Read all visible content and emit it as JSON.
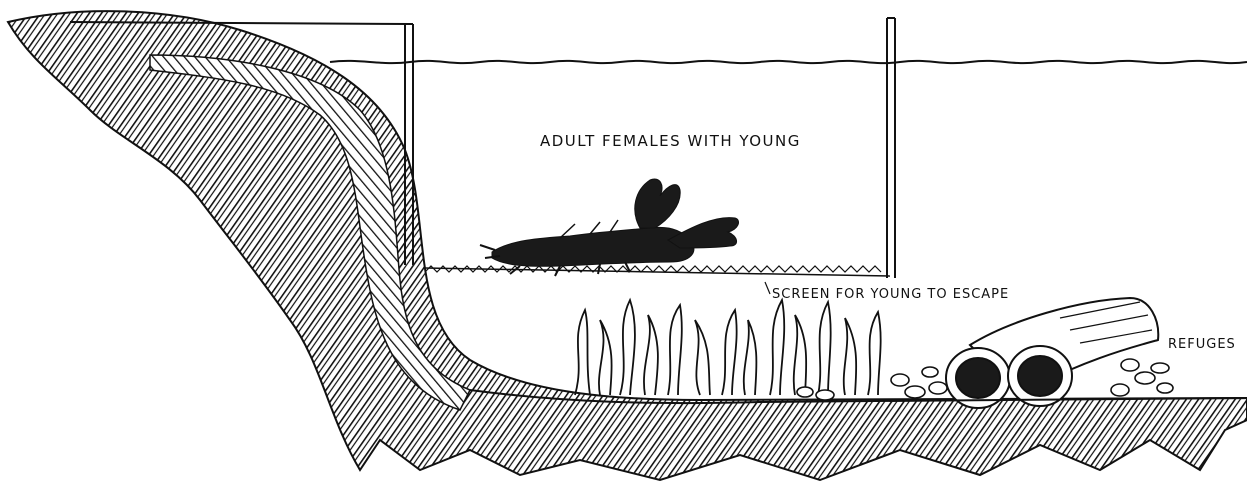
{
  "labels": {
    "adult_females": "ADULT FEMALES WITH YOUNG",
    "screen": "SCREEN FOR YOUNG TO ESCAPE",
    "refuges": "REFUGES"
  },
  "colors": {
    "ink": "#111111",
    "paper": "#ffffff"
  }
}
